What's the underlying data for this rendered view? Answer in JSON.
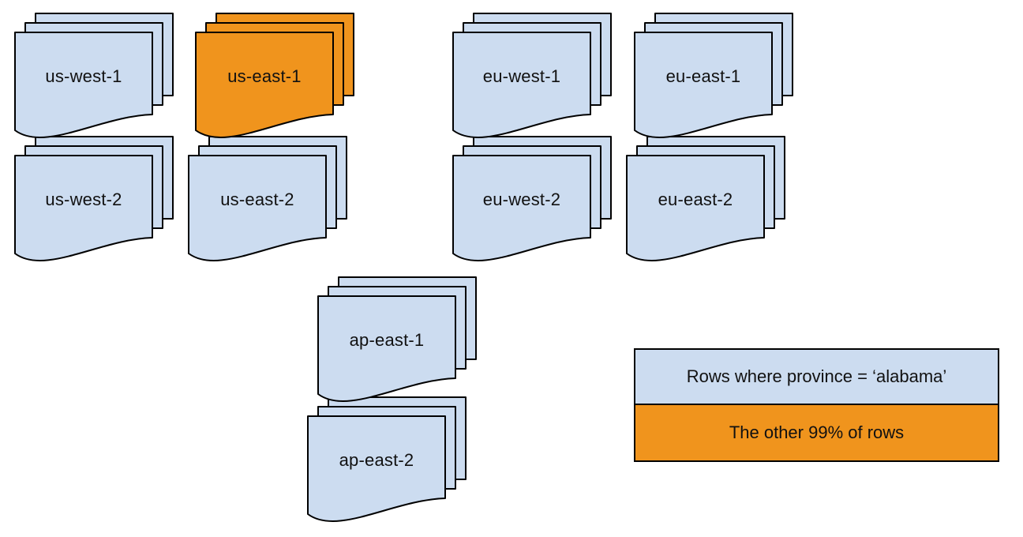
{
  "colors": {
    "background": "#ffffff",
    "region_fill": "#ccdcf0",
    "highlight_fill": "#f0941d",
    "stroke": "#000000",
    "text": "#111111"
  },
  "stacks": [
    {
      "label": "us-west-1",
      "variant": "normal"
    },
    {
      "label": "us-east-1",
      "variant": "highlight"
    },
    {
      "label": "eu-west-1",
      "variant": "normal"
    },
    {
      "label": "eu-east-1",
      "variant": "normal"
    },
    {
      "label": "us-west-2",
      "variant": "normal"
    },
    {
      "label": "us-east-2",
      "variant": "normal"
    },
    {
      "label": "eu-west-2",
      "variant": "normal"
    },
    {
      "label": "eu-east-2",
      "variant": "normal"
    },
    {
      "label": "ap-east-1",
      "variant": "normal"
    },
    {
      "label": "ap-east-2",
      "variant": "normal"
    }
  ],
  "legend": {
    "items": [
      {
        "label": "Rows where province = ‘alabama’",
        "variant": "normal"
      },
      {
        "label": "The other 99% of rows",
        "variant": "highlight"
      }
    ]
  }
}
